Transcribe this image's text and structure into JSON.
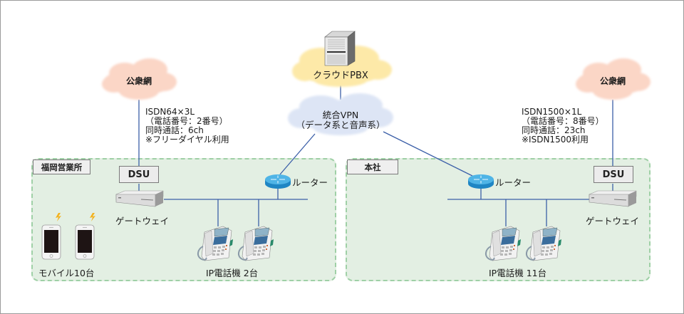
{
  "diagram": {
    "cloud_pbx": {
      "label": "クラウドPBX",
      "color": "#fde9a8"
    },
    "vpn": {
      "line1": "統合VPN",
      "line2": "（データ系と音声系）",
      "color": "#dde5f5"
    },
    "public_network_left": {
      "label": "公衆網",
      "color": "#fbd6c6"
    },
    "public_network_right": {
      "label": "公衆網",
      "color": "#fbd6c6"
    },
    "left_line_info": {
      "line1": "ISDN64×3L",
      "line2": "（電話番号：2番号）",
      "line3": "同時通話：6ch",
      "line4": "※フリーダイヤル利用"
    },
    "right_line_info": {
      "line1": "ISDN1500×1L",
      "line2": "（電話番号：8番号）",
      "line3": "同時通話：23ch",
      "line4": "※ISDN1500利用"
    },
    "fukuoka": {
      "name": "福岡営業所",
      "dsu": "DSU",
      "gateway": "ゲートウェイ",
      "router": "ルーター",
      "ip_phones": "IP電話機 2台",
      "mobile": "モバイル10台"
    },
    "hq": {
      "name": "本社",
      "dsu": "DSU",
      "gateway": "ゲートウェイ",
      "router": "ルーター",
      "ip_phones": "IP電話機 11台"
    },
    "colors": {
      "line": "#3b5fa8",
      "zone_fill": "#e3efe3",
      "zone_border": "#9fd0a6",
      "router": "#2a9ad6"
    }
  }
}
